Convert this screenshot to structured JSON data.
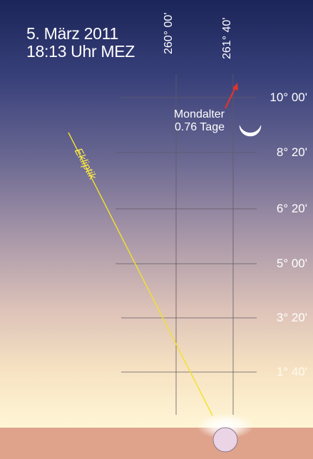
{
  "caption": {
    "date": "5. März 2011",
    "time": "18:13 Uhr MEZ"
  },
  "azimuth_labels": [
    "260° 00'",
    "261° 40'"
  ],
  "altitude_labels": [
    "10° 00'",
    "8° 20'",
    "6° 20'",
    "5° 00'",
    "3° 20'",
    "1° 40'"
  ],
  "moon_note": {
    "line1": "Mondalter",
    "line2": "0.76 Tage"
  },
  "ecliptic_label": "Ekliptik",
  "colors": {
    "sky_top": "#1e2a5e",
    "sky_mid": "#9f8fa6",
    "sky_horizon": "#fff3c8",
    "ground": "#dea28b",
    "ecliptic": "#f2e22a",
    "moon_motion_arrow": "#e0332d",
    "grid": "#5f5a63"
  },
  "icons": [
    "moon-crescent-icon",
    "sun-disc-icon",
    "red-arrow-icon"
  ]
}
